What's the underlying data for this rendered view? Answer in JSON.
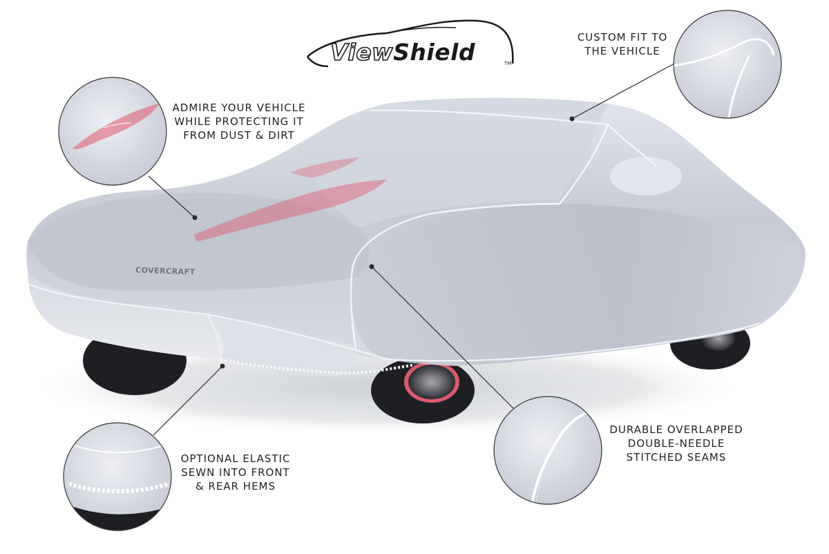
{
  "brand": {
    "logo_view": "View",
    "logo_shield": "Shield",
    "trademark": "TM",
    "fabric_mark": "COVERCRAFT"
  },
  "callouts": [
    {
      "id": "admire",
      "lines": [
        "ADMIRE YOUR VEHICLE",
        "WHILE PROTECTING IT",
        "FROM DUST & DIRT"
      ]
    },
    {
      "id": "custom-fit",
      "lines": [
        "CUSTOM FIT TO",
        "THE VEHICLE"
      ]
    },
    {
      "id": "elastic",
      "lines": [
        "OPTIONAL ELASTIC",
        "SEWN INTO FRONT",
        "& REAR HEMS"
      ]
    },
    {
      "id": "seams",
      "lines": [
        "DURABLE OVERLAPPED",
        "DOUBLE-NEEDLE",
        "STITCHED SEAMS"
      ]
    }
  ],
  "colors": {
    "cover_fabric": "#c9cdd6",
    "cover_highlight": "#e4e7ee",
    "seam": "#f4f6fa",
    "tire": "#1e1f22",
    "paint_red": "#e0566e",
    "leader_line": "#2a2a2a",
    "text": "#222222"
  }
}
